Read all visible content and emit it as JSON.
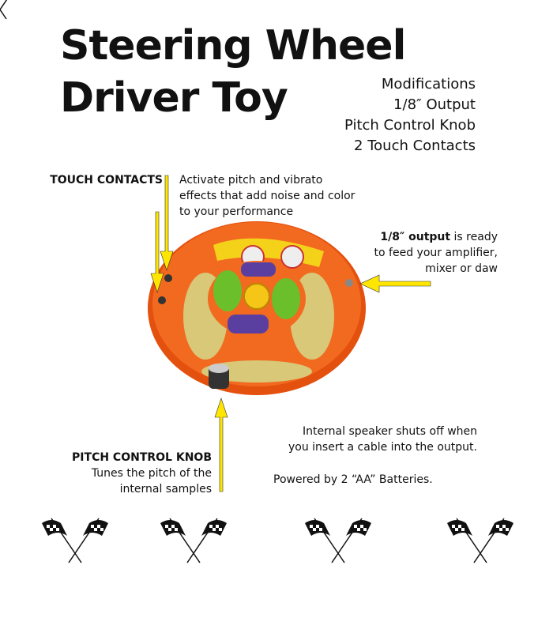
{
  "title": {
    "line1": "Steering Wheel",
    "line2": "Driver Toy"
  },
  "modifications": [
    "Modifications",
    "1/8″ Output",
    "Pitch Control Knob",
    "2 Touch Contacts"
  ],
  "touch_contacts": {
    "label": "TOUCH CONTACTS",
    "desc": [
      "Activate pitch and vibrato",
      "effects that add noise and color",
      "to your performance"
    ]
  },
  "output": {
    "label": "1/8″ output",
    "desc_first": " is ready",
    "desc": [
      "to feed your amplifier,",
      "mixer or daw"
    ]
  },
  "speaker_note": [
    "Internal speaker shuts off when",
    "you insert a cable into the output."
  ],
  "pitch_knob": {
    "label": "PITCH CONTROL KNOB",
    "desc": [
      "Tunes the pitch of the",
      "internal samples"
    ]
  },
  "power_note": "Powered by 2 “AA” Batteries.",
  "colors": {
    "wheel": "#f05a14",
    "arrow": "#ffe600",
    "hub_green": "#6bbf2a",
    "hub_purple": "#5a3fa0"
  }
}
